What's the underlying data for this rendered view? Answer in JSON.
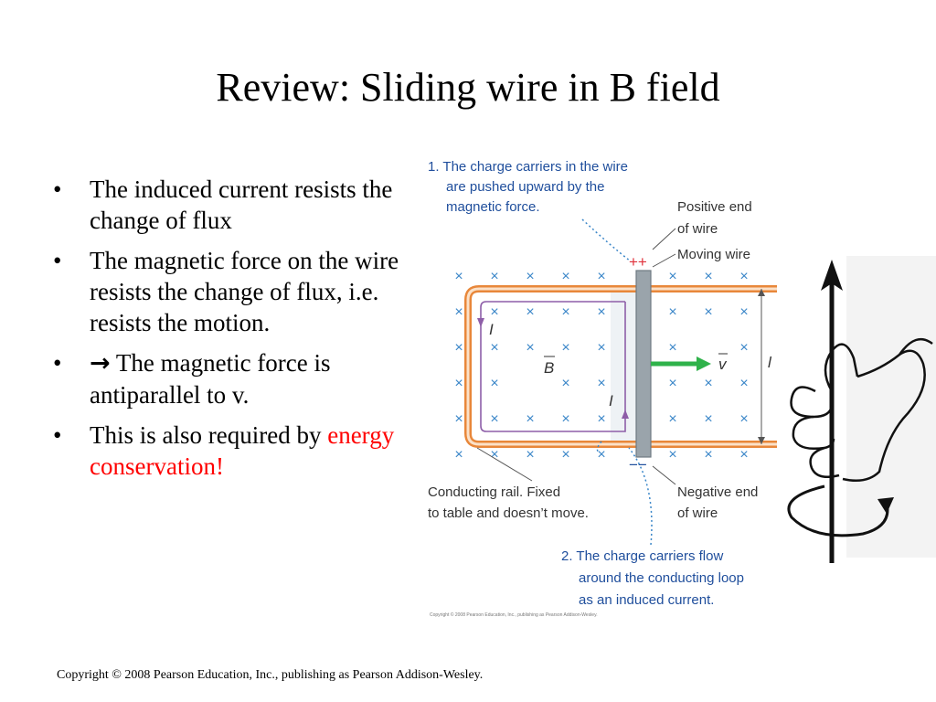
{
  "slide": {
    "title": "Review: Sliding wire in B field",
    "bullets": [
      {
        "text": "The induced current resists the change of flux"
      },
      {
        "text": "The magnetic force on the wire resists the change of flux, i.e. resists the motion."
      },
      {
        "arrow": "→",
        "text": " The magnetic force is antiparallel to v."
      },
      {
        "text": "This is also required by ",
        "highlight": "energy conservation!"
      }
    ],
    "bullet_glyph": "•",
    "footer": "Copyright © 2008 Pearson Education, Inc., publishing as Pearson Addison-Wesley."
  },
  "figure": {
    "callout1": [
      "1. The charge carriers in the wire",
      "are pushed upward by the",
      "magnetic force."
    ],
    "positive_end": [
      "Positive end",
      "of wire"
    ],
    "moving_wire": "Moving wire",
    "plus_signs": "++",
    "minus_signs": "−−",
    "rail_label": [
      "Conducting rail. Fixed",
      "to table and doesn’t move."
    ],
    "negative_end": [
      "Negative end",
      "of wire"
    ],
    "callout2": [
      "2. The charge carriers flow",
      "around the conducting loop",
      "as an induced current."
    ],
    "copyright_small": "Copyright © 2008 Pearson Education, Inc., publishing as Pearson Addison-Wesley.",
    "current_label": "I",
    "field_label": "B",
    "velocity_label": "v",
    "length_label": "l",
    "field_symbol": "×",
    "colors": {
      "rail": "#e8873a",
      "loop": "#8e5ea8",
      "field": "#3a86c8",
      "wire": "#9aa4ab",
      "velocity": "#2fb24a",
      "callout": "#1f4e9c",
      "charges": "#e0303a"
    }
  },
  "hand": {
    "icon": "right-hand-rule-icon"
  }
}
